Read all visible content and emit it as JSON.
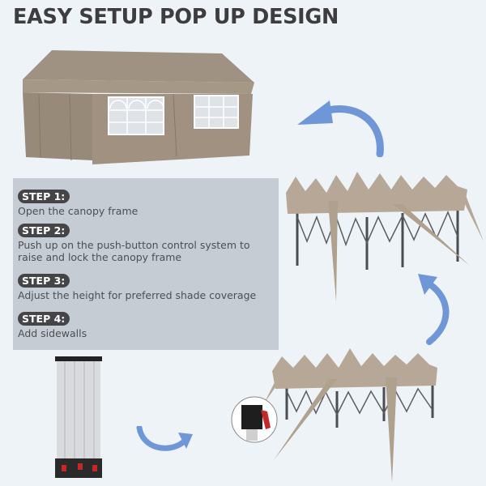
{
  "title": "EASY SETUP POP UP DESIGN",
  "steps": [
    {
      "label": "STEP 1:",
      "text": "Open the canopy frame"
    },
    {
      "label": "STEP 2:",
      "text": "Push up on the push-button control system to raise and lock the canopy frame"
    },
    {
      "label": "STEP 3:",
      "text": "Adjust the height for preferred shade coverage"
    },
    {
      "label": "STEP 4:",
      "text": "Add sidewalls"
    }
  ],
  "colors": {
    "background": "#eef3f8",
    "panel": "#c6ccd3",
    "badge": "#454547",
    "arrow": "#6f97d8",
    "canopy": "#a89a88"
  }
}
